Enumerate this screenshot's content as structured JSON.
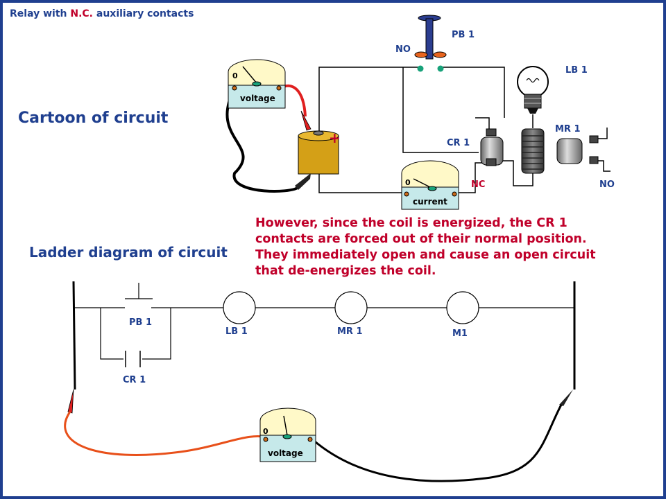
{
  "title": {
    "prefix": "Relay with ",
    "accent": "N.C.",
    "suffix": " auxiliary contacts",
    "accent_color": "#c0002a",
    "color": "#1f3f8f"
  },
  "cartoon": {
    "heading": "Cartoon of circuit",
    "pushbutton": {
      "label": "PB 1",
      "contact_label": "NO"
    },
    "lamp": {
      "label": "LB 1"
    },
    "relay_cr1": {
      "label": "CR 1",
      "contact_label": "NC"
    },
    "relay_mr1": {
      "label": "MR 1",
      "contact_label": "NO"
    },
    "battery": {
      "polarity": "+"
    },
    "voltmeter": {
      "label": "voltage",
      "zero": "0"
    },
    "ammeter": {
      "label": "current",
      "zero": "0"
    }
  },
  "explanation": {
    "lines": [
      "However, since the coil is energized, the CR 1",
      "contacts are forced out of their normal position.",
      "They immediately open and cause an open circuit",
      "that de-energizes the coil."
    ],
    "color": "#c0002a"
  },
  "ladder": {
    "heading": "Ladder diagram of circuit",
    "pushbutton_label": "PB 1",
    "contact_label": "CR 1",
    "loads": [
      "LB 1",
      "MR 1",
      "M1"
    ],
    "voltmeter": {
      "label": "voltage",
      "zero": "0"
    }
  },
  "colors": {
    "heading": "#1f3f8f",
    "meter_face": "#fff9c8",
    "meter_bottom": "#c6e9ea",
    "battery": "#d4a017",
    "probe_red": "#e02020",
    "wire_orange": "#e8501a",
    "button_cap": "#2b3d8f",
    "button_actuator": "#e8641e",
    "node_green": "#18a27a"
  }
}
